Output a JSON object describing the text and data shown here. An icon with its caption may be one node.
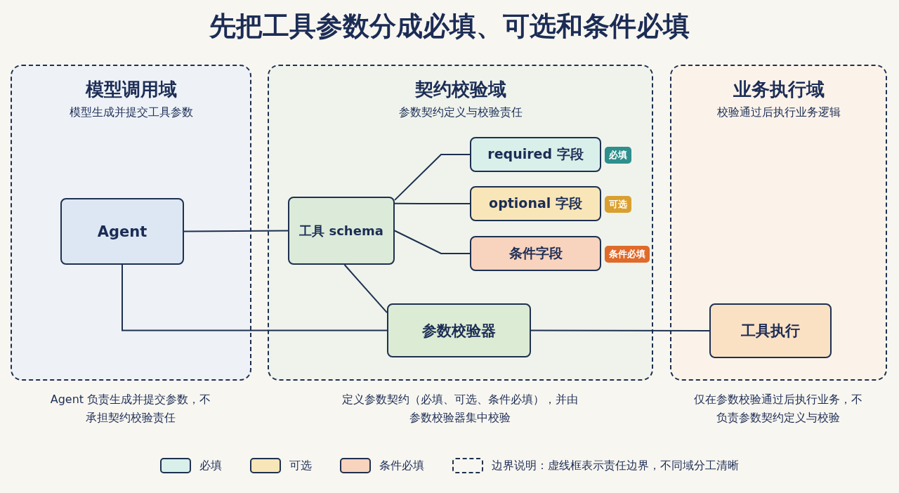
{
  "diagram": {
    "title": "先把工具参数分成必填、可选和条件必填",
    "nodes": [
      {
        "text": [
          "模型调用域",
          "模型生成并提交工具参数"
        ],
        "beside": [
          "Agent 负责生成并提交参数，不承担契约校验责任"
        ]
      },
      {
        "text": [
          "Agent"
        ],
        "in": 0
      },
      {
        "text": [
          "契约校验域",
          "参数契约定义与校验责任"
        ],
        "beside": [
          "定义参数契约（必填、可选、条件必填），并由参数校验器集中校验"
        ]
      },
      {
        "text": [
          "工具 schema"
        ],
        "in": 2
      },
      {
        "text": [
          "required 字段"
        ],
        "in": 2,
        "beside": [
          "必填"
        ]
      },
      {
        "text": [
          "optional 字段"
        ],
        "in": 2,
        "beside": [
          "可选"
        ]
      },
      {
        "text": [
          "条件字段"
        ],
        "in": 2,
        "beside": [
          "条件必填"
        ]
      },
      {
        "text": [
          "参数校验器"
        ],
        "in": 2
      },
      {
        "text": [
          "业务执行域",
          "校验通过后执行业务逻辑"
        ],
        "beside": [
          "仅在参数校验通过后执行业务，不负责参数契约定义与校验"
        ]
      },
      {
        "text": [
          "工具执行"
        ],
        "in": 8
      }
    ],
    "edges": [
      {
        "from": 1,
        "to": 3,
        "arrow": "none"
      },
      {
        "from": 3,
        "to": 4,
        "arrow": "none"
      },
      {
        "from": 3,
        "to": 5,
        "arrow": "none"
      },
      {
        "from": 3,
        "to": 6,
        "arrow": "none"
      },
      {
        "from": 3,
        "to": 7,
        "arrow": "none"
      },
      {
        "from": 1,
        "to": 7,
        "arrow": "none"
      },
      {
        "from": 7,
        "to": 9,
        "arrow": "none"
      }
    ],
    "legend": [
      {
        "text": "必填",
        "color": "#d9efea"
      },
      {
        "text": "可选",
        "color": "#f8e6b8"
      },
      {
        "text": "条件必填",
        "color": "#f8d3bd"
      },
      {
        "text": "边界说明：虚线框表示责任边界，不同域分工清晰"
      }
    ]
  }
}
